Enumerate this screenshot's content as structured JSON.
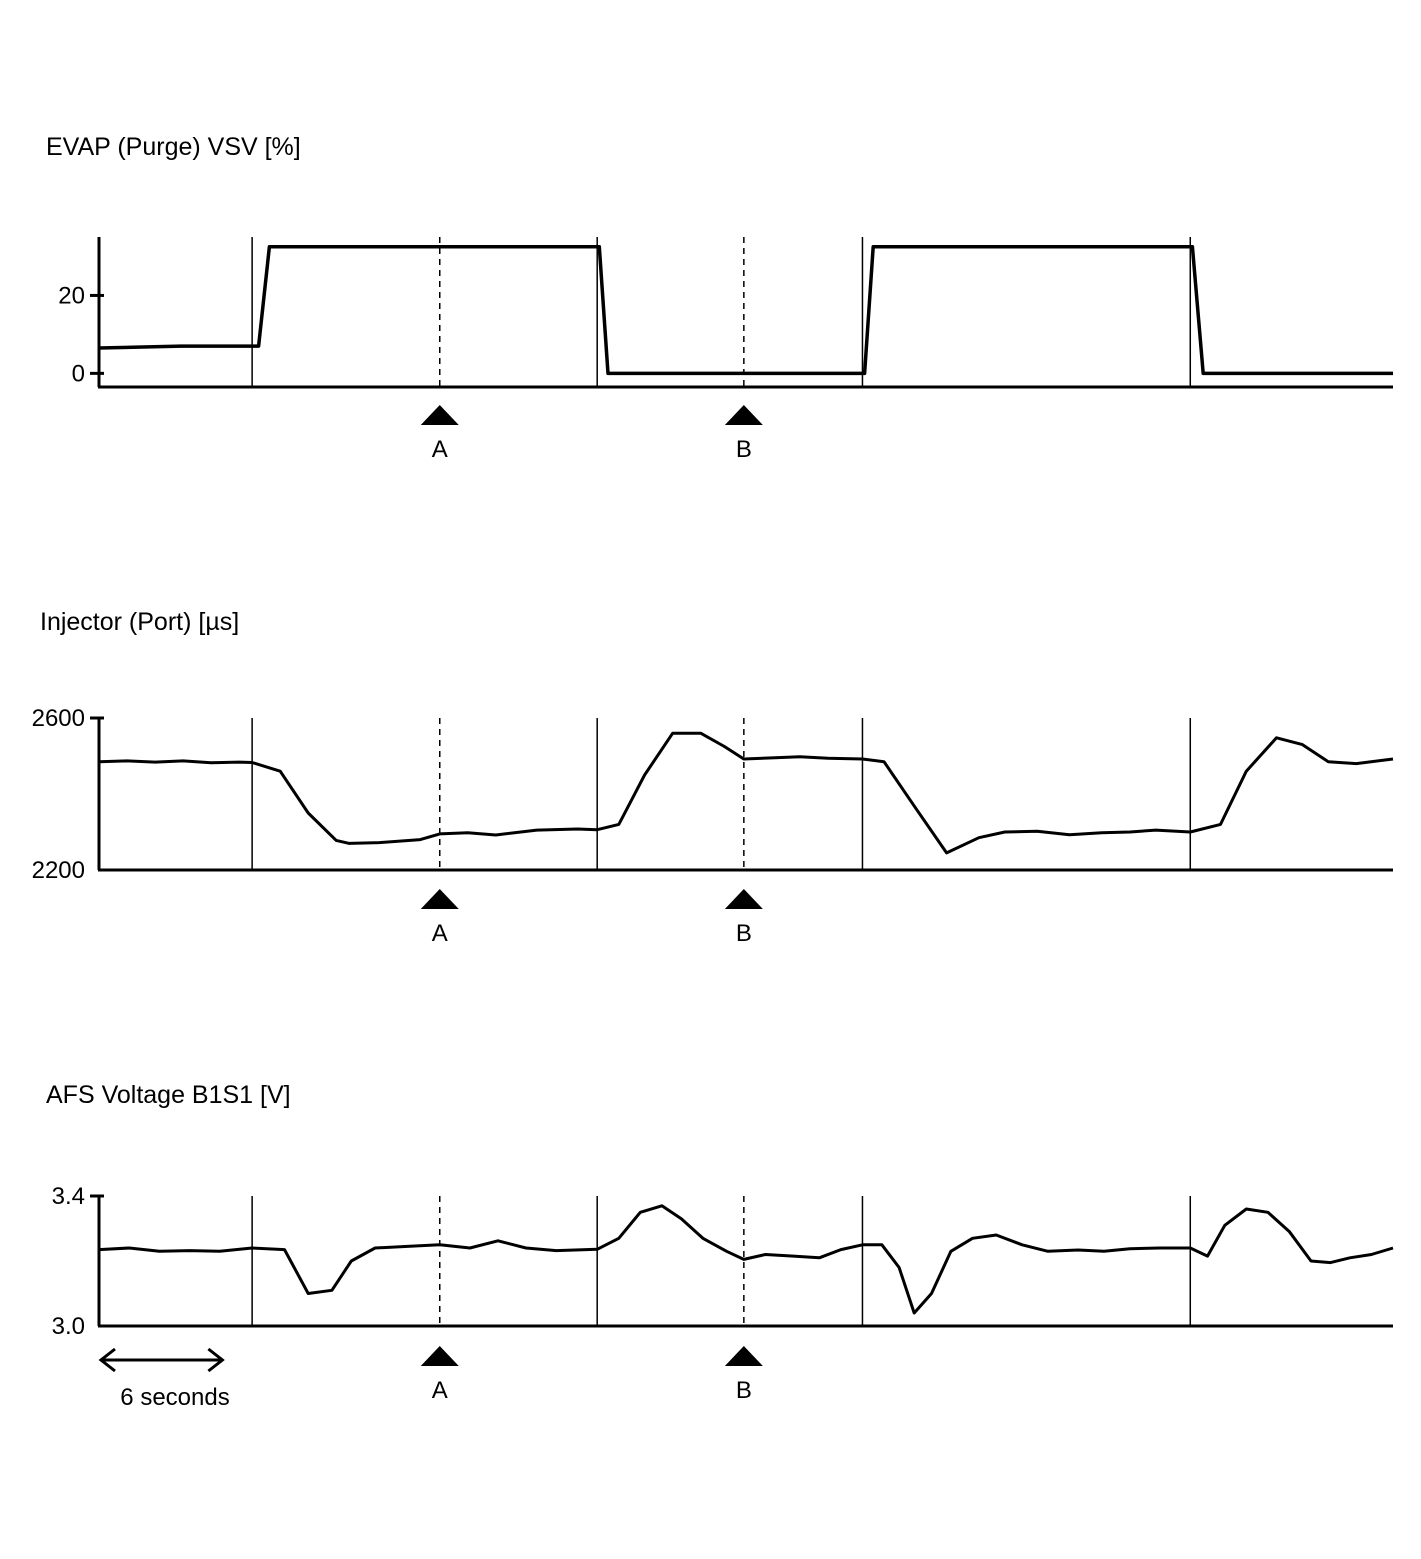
{
  "chart_data": [
    {
      "type": "line",
      "title": "EVAP (Purge) VSV [%]",
      "x_unit": "s",
      "xlim": [
        0,
        60
      ],
      "ylim": [
        -3.5,
        35
      ],
      "yticks": [
        0,
        20
      ],
      "ytick_labels": [
        "0",
        "20"
      ],
      "grid_x": [
        7.1,
        23.1,
        35.4,
        50.6
      ],
      "markers": [
        {
          "label": "A",
          "x": 15.8
        },
        {
          "label": "B",
          "x": 29.9
        }
      ],
      "series": [
        {
          "x": [
            0,
            3.8,
            7.4,
            7.9,
            23.2,
            23.6,
            35.5,
            35.9,
            50.7,
            51.2,
            60
          ],
          "y": [
            6.5,
            7,
            7,
            32.5,
            32.5,
            0,
            0,
            32.5,
            32.5,
            0,
            0
          ]
        }
      ]
    },
    {
      "type": "line",
      "title": "Injector (Port) [µs]",
      "x_unit": "s",
      "xlim": [
        0,
        60
      ],
      "ylim": [
        2200,
        2600
      ],
      "yticks": [
        2200,
        2600
      ],
      "ytick_labels": [
        "2200",
        "2600"
      ],
      "grid_x": [
        7.1,
        23.1,
        35.4,
        50.6
      ],
      "markers": [
        {
          "label": "A",
          "x": 15.8
        },
        {
          "label": "B",
          "x": 29.9
        }
      ],
      "series": [
        {
          "x": [
            0,
            1.3,
            2.6,
            3.9,
            5.2,
            6.5,
            7.1,
            8.4,
            9.7,
            11.0,
            11.6,
            13.0,
            14.9,
            15.8,
            17.1,
            18.4,
            20.3,
            22.2,
            23.1,
            24.1,
            25.3,
            26.6,
            27.9,
            29.0,
            29.9,
            31.2,
            32.5,
            33.8,
            35.4,
            36.4,
            37.9,
            39.3,
            40.8,
            42.0,
            43.5,
            45.0,
            46.5,
            47.8,
            49.0,
            50.6,
            52.0,
            53.2,
            54.6,
            55.8,
            57.0,
            58.3,
            60.0
          ],
          "y": [
            2485,
            2487,
            2484,
            2487,
            2482,
            2484,
            2483,
            2460,
            2350,
            2278,
            2270,
            2272,
            2280,
            2295,
            2298,
            2292,
            2305,
            2308,
            2306,
            2320,
            2450,
            2560,
            2560,
            2525,
            2492,
            2495,
            2498,
            2494,
            2492,
            2485,
            2360,
            2245,
            2285,
            2300,
            2302,
            2293,
            2298,
            2300,
            2305,
            2300,
            2320,
            2460,
            2548,
            2530,
            2485,
            2480,
            2492
          ]
        }
      ]
    },
    {
      "type": "line",
      "title": "AFS Voltage B1S1 [V]",
      "x_unit": "s",
      "xlim": [
        0,
        60
      ],
      "ylim": [
        3.0,
        3.4
      ],
      "yticks": [
        3.0,
        3.4
      ],
      "ytick_labels": [
        "3.0",
        "3.4"
      ],
      "grid_x": [
        7.1,
        23.1,
        35.4,
        50.6
      ],
      "markers": [
        {
          "label": "A",
          "x": 15.8
        },
        {
          "label": "B",
          "x": 29.9
        }
      ],
      "series": [
        {
          "x": [
            0,
            1.4,
            2.8,
            4.2,
            5.6,
            7.1,
            8.6,
            9.7,
            10.8,
            11.7,
            12.8,
            14.3,
            15.8,
            17.2,
            18.5,
            19.8,
            21.2,
            22.6,
            23.1,
            24.1,
            25.1,
            26.1,
            27.0,
            28.0,
            29.1,
            29.9,
            30.9,
            32.2,
            33.4,
            34.4,
            35.4,
            36.3,
            37.1,
            37.8,
            38.6,
            39.5,
            40.5,
            41.6,
            42.8,
            44.0,
            45.4,
            46.6,
            47.8,
            49.2,
            50.6,
            51.4,
            52.2,
            53.2,
            54.2,
            55.2,
            56.2,
            57.1,
            58.0,
            59.0,
            60.0
          ],
          "y": [
            3.235,
            3.24,
            3.23,
            3.232,
            3.23,
            3.24,
            3.235,
            3.1,
            3.11,
            3.2,
            3.24,
            3.245,
            3.25,
            3.24,
            3.262,
            3.24,
            3.232,
            3.235,
            3.236,
            3.27,
            3.35,
            3.37,
            3.33,
            3.27,
            3.23,
            3.205,
            3.22,
            3.215,
            3.21,
            3.235,
            3.25,
            3.25,
            3.18,
            3.04,
            3.1,
            3.23,
            3.27,
            3.28,
            3.25,
            3.23,
            3.234,
            3.23,
            3.238,
            3.24,
            3.24,
            3.215,
            3.31,
            3.36,
            3.35,
            3.29,
            3.2,
            3.195,
            3.21,
            3.22,
            3.24
          ]
        }
      ]
    }
  ],
  "time_scale": {
    "label": "6 seconds",
    "seconds": 6
  }
}
